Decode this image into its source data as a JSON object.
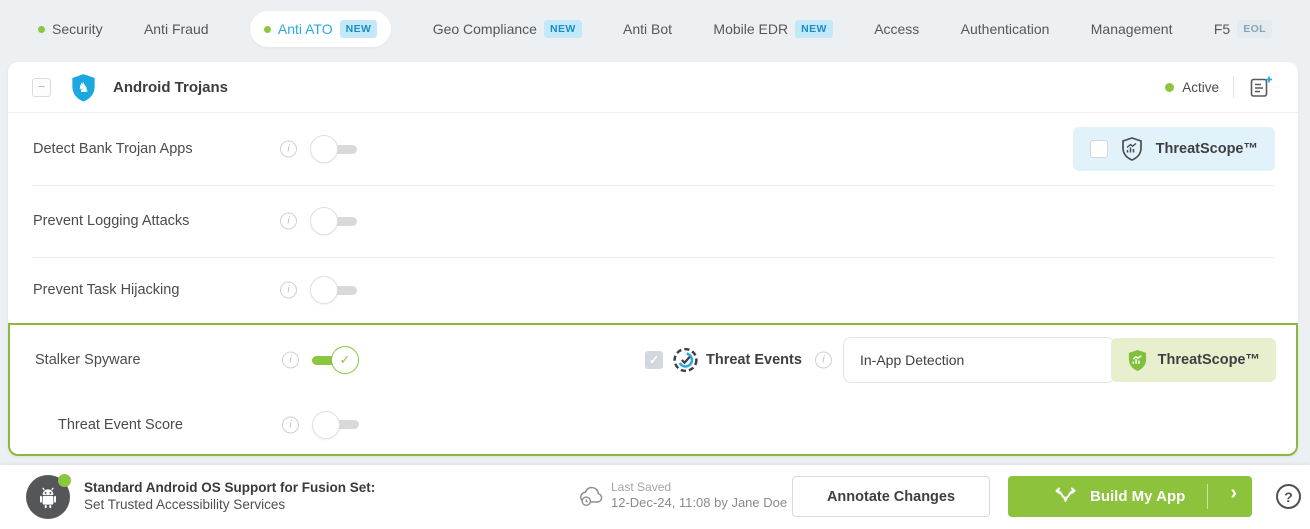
{
  "colors": {
    "accent_blue": "#29aae1",
    "accent_green": "#8cc63f",
    "highlight_border": "#8eb73e",
    "threatscope_blue_bg": "#e2f2fa",
    "threatscope_green_bg": "#e7efce",
    "build_button_green": "#8cc23c"
  },
  "icons": {
    "check": "✓",
    "info": "i",
    "minus": "−",
    "help": "?",
    "chevron_right": "›",
    "trojan_horse": "♞"
  },
  "nav": {
    "tabs": [
      {
        "label": "Security"
      },
      {
        "label": "Anti Fraud"
      },
      {
        "label": "Anti ATO",
        "badge": "NEW"
      },
      {
        "label": "Geo Compliance",
        "badge": "NEW"
      },
      {
        "label": "Anti Bot"
      },
      {
        "label": "Mobile EDR",
        "badge": "NEW"
      },
      {
        "label": "Access"
      },
      {
        "label": "Authentication"
      },
      {
        "label": "Management"
      },
      {
        "label": "F5",
        "badge": "EOL"
      }
    ]
  },
  "panel": {
    "title": "Android Trojans",
    "status_label": "Active",
    "rows": {
      "detect_bank_trojan": {
        "label": "Detect Bank Trojan Apps",
        "threatscope_label": "ThreatScope™"
      },
      "prevent_logging": {
        "label": "Prevent Logging Attacks"
      },
      "prevent_task_hijacking": {
        "label": "Prevent Task Hijacking"
      },
      "stalker_spyware": {
        "label": "Stalker Spyware",
        "threat_events_label": "Threat Events",
        "detection_mode_value": "In-App Detection",
        "threatscope_label": "ThreatScope™"
      },
      "threat_event_score": {
        "label": "Threat Event Score"
      }
    }
  },
  "footer": {
    "fusion_title": "Standard Android OS Support for Fusion Set:",
    "fusion_subtitle": "Set Trusted Accessibility Services",
    "last_saved_label": "Last Saved",
    "last_saved_detail": "12-Dec-24, 11:08 by Jane Doe",
    "annotate_button": "Annotate Changes",
    "build_button": "Build My App"
  }
}
